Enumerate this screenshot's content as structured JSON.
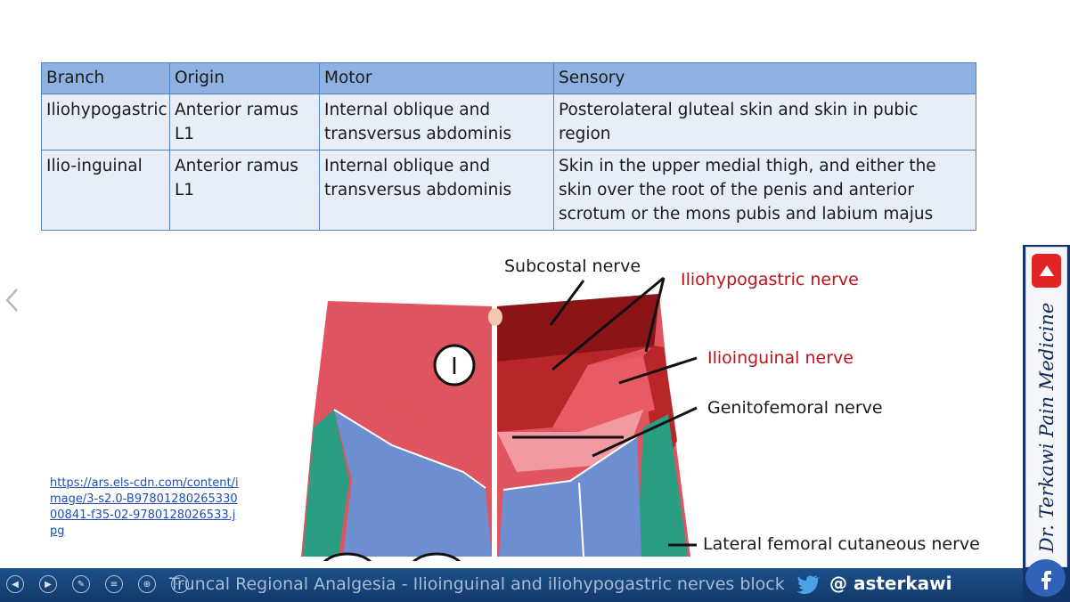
{
  "table": {
    "headers": [
      "Branch",
      "Origin",
      "Motor",
      "Sensory"
    ],
    "rows": [
      {
        "branch": "Iliohypogastric",
        "origin": "Anterior ramus L1",
        "motor": "Internal oblique and transversus abdominis",
        "sensory": "Posterolateral gluteal skin and skin in pubic region"
      },
      {
        "branch": "Ilio-inguinal",
        "origin": "Anterior ramus L1",
        "motor": "Internal oblique and transversus abdominis",
        "sensory": "Skin in the upper medial thigh, and either the skin over the root of the penis and anterior scrotum or the mons pubis and labium majus"
      }
    ]
  },
  "figure": {
    "labels": {
      "subcostal": "Subcostal nerve",
      "iliohypogastric": "Iliohypogastric nerve",
      "ilioinguinal": "Ilioinguinal nerve",
      "genitofemoral": "Genitofemoral nerve",
      "lateral_femoral": "Lateral femoral cutaneous nerve"
    },
    "marker": "I",
    "colors": {
      "red_label": "#c0141b",
      "dark_label": "#1a1a1a"
    }
  },
  "source_link": "https://ars.els-cdn.com/content/image/3-s2.0-B9780128026533000841-f35-02-9780128026533.jpg",
  "footer": {
    "title": "Truncal Regional Analgesia - Ilioinguinal and iliohypogastric nerves block",
    "twitter_handle": "@ asterkawi"
  },
  "sidebar": {
    "signature": "Dr. Terkawi Pain Medicine"
  },
  "icons": [
    "prev-icon",
    "next-icon",
    "pen-icon",
    "menu-icon",
    "zoom-icon",
    "options-icon",
    "twitter-icon",
    "scroll-top-icon",
    "facebook-icon",
    "chevron-left-icon"
  ]
}
